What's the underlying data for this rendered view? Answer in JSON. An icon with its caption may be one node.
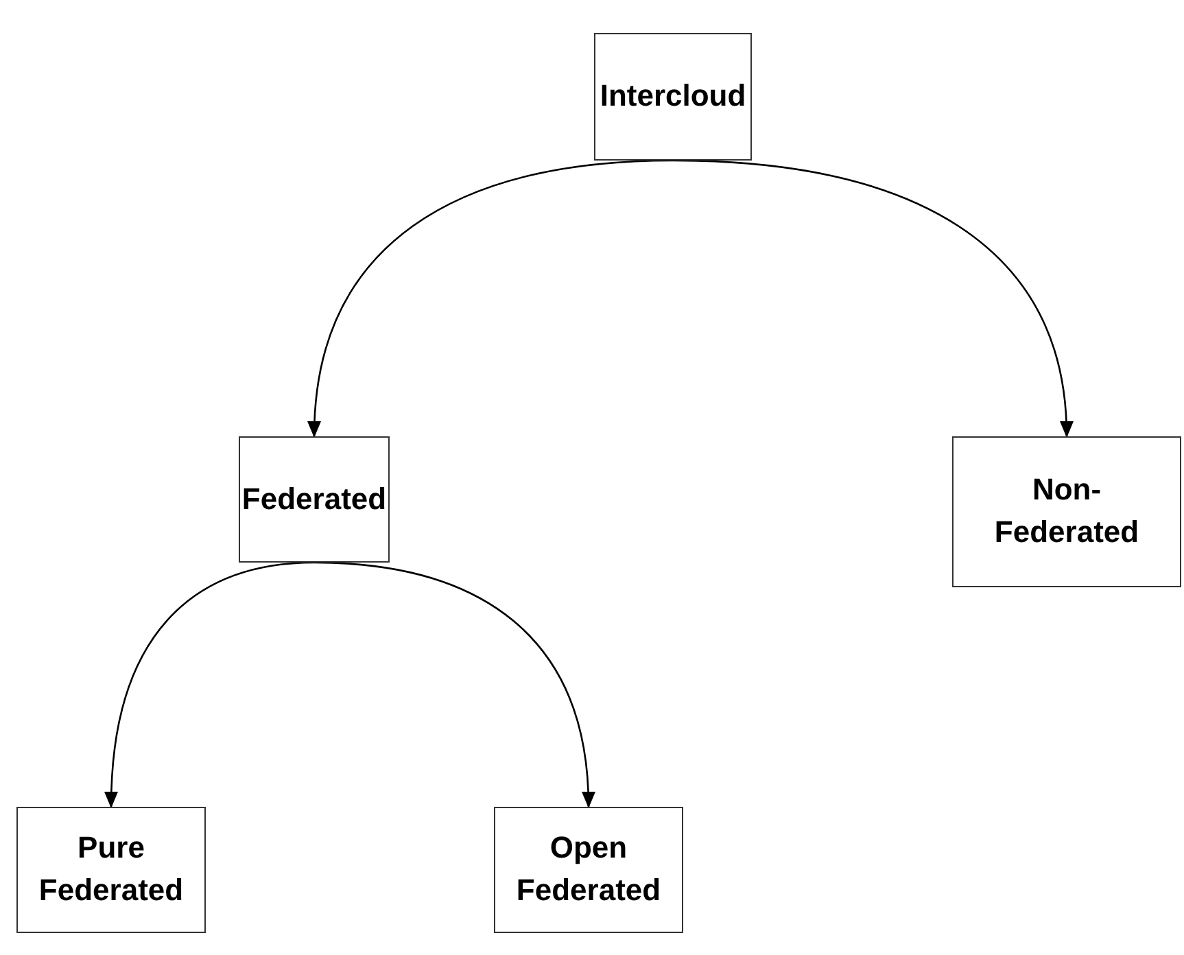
{
  "diagram": {
    "nodes": [
      {
        "text": [
          "Intercloud"
        ]
      },
      {
        "text": [
          "Federated"
        ]
      },
      {
        "text": [
          "Non- Federated"
        ]
      },
      {
        "text": [
          "Pure Federated"
        ]
      },
      {
        "text": [
          "Open Federated"
        ]
      }
    ],
    "edges": [
      {
        "from": 0,
        "to": 1,
        "arrow": "to"
      },
      {
        "from": 0,
        "to": 2,
        "arrow": "to"
      },
      {
        "from": 1,
        "to": 3,
        "arrow": "to"
      },
      {
        "from": 1,
        "to": 4,
        "arrow": "to"
      }
    ]
  }
}
